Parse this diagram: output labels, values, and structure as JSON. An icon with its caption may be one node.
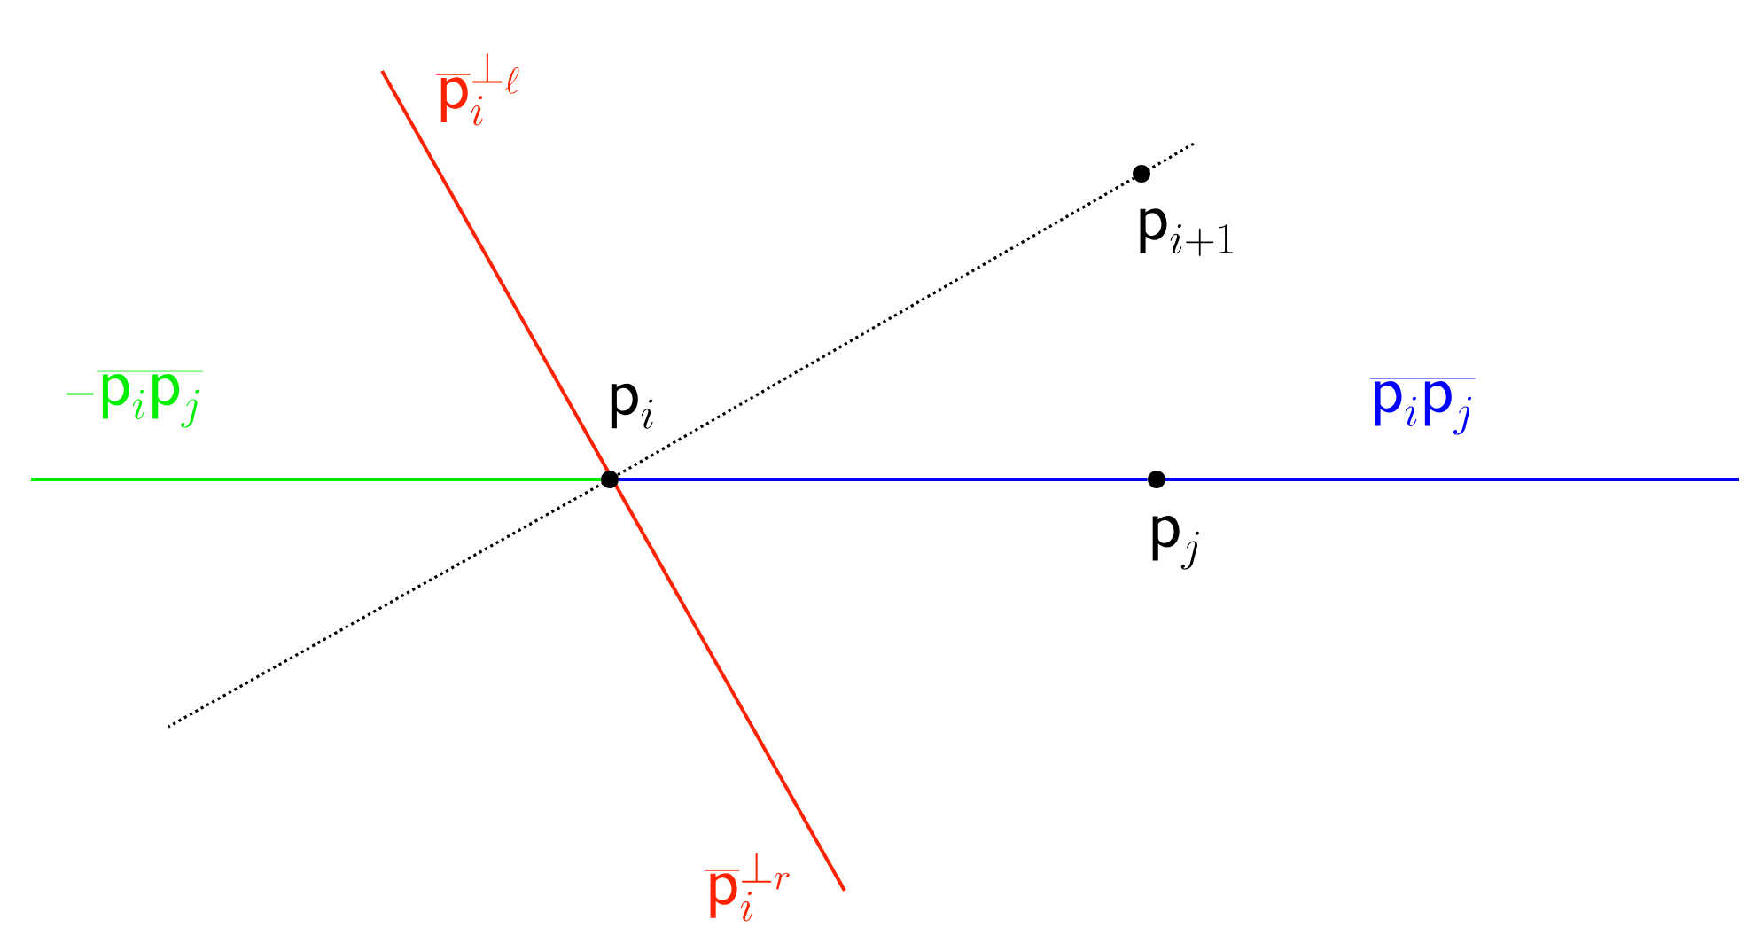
{
  "diagram": {
    "nodes": [
      {
        "text": [],
        "shape": "circle",
        "beside": [
          "\\mathsf{p}_i"
        ]
      },
      {
        "text": [],
        "shape": "circle",
        "beside": [
          "\\mathsf{p}_j"
        ]
      },
      {
        "text": [],
        "shape": "circle",
        "beside": [
          "\\mathsf{p}_{i+1}"
        ]
      }
    ],
    "edges": [
      {
        "from": 0,
        "to": 1,
        "arrow": "none",
        "color": "#0000ff"
      },
      {
        "from": 0,
        "to": 2,
        "arrow": "none",
        "style": "dashed",
        "color": "#000000"
      }
    ],
    "labels": [
      "\\overline{\\mathsf{p}}_i^{\\perp_\\ell}",
      "-\\overline{\\mathsf{p}_i\\mathsf{p}_j}",
      "\\overline{\\mathsf{p}_i\\mathsf{p}_j}",
      "\\overline{\\mathsf{p}}_i^{\\perp_r}"
    ]
  }
}
